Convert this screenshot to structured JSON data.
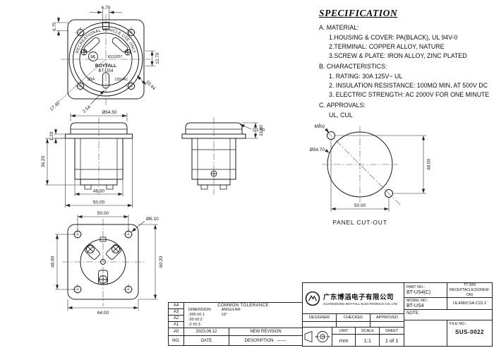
{
  "colors": {
    "ink": "#1a1a1a",
    "paper": "#ffffff"
  },
  "spec": {
    "title": "SPECIFICATION",
    "a_heading": "A. MATERIAL:",
    "a1": "1.HOUSING & COVER: PA(BLACK), UL 94V-0",
    "a2": "2.TERMINAL: COPPER ALLOY, NATURE",
    "a3": "3.SCREW & PLATE: IRON ALLOY, ZINC PLATED",
    "b_heading": "B. CHARACTERISTICS:",
    "b1": "1. RATING: 30A 125V~ UL",
    "b2": "2. INSULATION RESISTANCE: 100MΩ MIN, AT 500V DC",
    "b3": "3. ELECTRIC STRENGTH: AC 2000V FOR ONE MINUTE",
    "c_heading": "C. APPROVALS:",
    "c1": "UL, CUL"
  },
  "front_view": {
    "dim_notch_width": "6.75",
    "dim_notch_depth": "6.75",
    "dim_right": "12.70",
    "dim_diag": "10.44",
    "dim_angle": "17.45°",
    "dim_pitch": "2.54",
    "arc_text": "RECREATIONAL VEHICLE USE ONLY",
    "ul_mark": "UL",
    "ul_file": "E519257",
    "brand": "BOYTALL",
    "model": "BT-US4",
    "amp": "30A",
    "volt": "125VAC"
  },
  "side_view": {
    "dim_dia": "Ø54.50",
    "dim_flange": "1.20",
    "dim_height": "36.20",
    "dim_body_w": "46.30",
    "dim_outer_w": "50.00",
    "dim_chamfer": "C1.50",
    "dim_depth": "11.00"
  },
  "cutout_view": {
    "caption": "PANEL CUT-OUT",
    "dim_hole": "M6.0",
    "dim_dia": "Ø54.70",
    "dim_v": "48.00",
    "dim_h": "50.00"
  },
  "back_view": {
    "dim_hole": "Ø6.10",
    "dim_pitch_h": "50.00",
    "dim_pitch_v": "48.00",
    "dim_width": "64.00",
    "dim_height": "60.20"
  },
  "title_block": {
    "company_cn": "广东博滔电子有限公司",
    "company_en": "GUANGDONG BOYTALL ELECTRONICS CO.,LTD",
    "part_no_label": "PART NO.:",
    "part_no": "BT-US4(C)",
    "product_line1": "TT-30R",
    "product_line2": "RECEPTACLE(SCREW-ON)",
    "model_no_label": "MODEL NO.:",
    "model_no": "BT-US4",
    "standard": "UL498/CSA C22.2",
    "designer_label": "DESIGNER",
    "checked_label": "CHECKED",
    "approved_label": "APPROVED",
    "note_label": "NOTE:",
    "file_no_label": "FILE NO.:",
    "file_no": "SUS-0022",
    "unit_label": "UNIT",
    "unit_value": "mm",
    "scale_label": "SCALE",
    "scale_value": "1:1",
    "sheet_label": "SHEET",
    "sheet_value": "1 of 1",
    "tolerance_title": "COMMON TOLERANCE",
    "dimension_label": "DIMENSION:",
    "tol_000": ".000  ±0.1",
    "tol_00": ".00   ±0.2",
    "tol_0": ".0    ±0.3",
    "angular_label": "ANGULAR:",
    "angular_value": "±3°",
    "rev_a4": "A4",
    "rev_a3": "A3",
    "rev_a2": "A2",
    "rev_a1": "A1",
    "rev_a0": "A0",
    "rev_date": "2023.06.12",
    "rev_desc": "NEW REVISION",
    "rev_no_label": "NO.",
    "rev_date_label": "DATE",
    "rev_desc_label": "DESCRIPTION",
    "rev_dashes": "——"
  }
}
